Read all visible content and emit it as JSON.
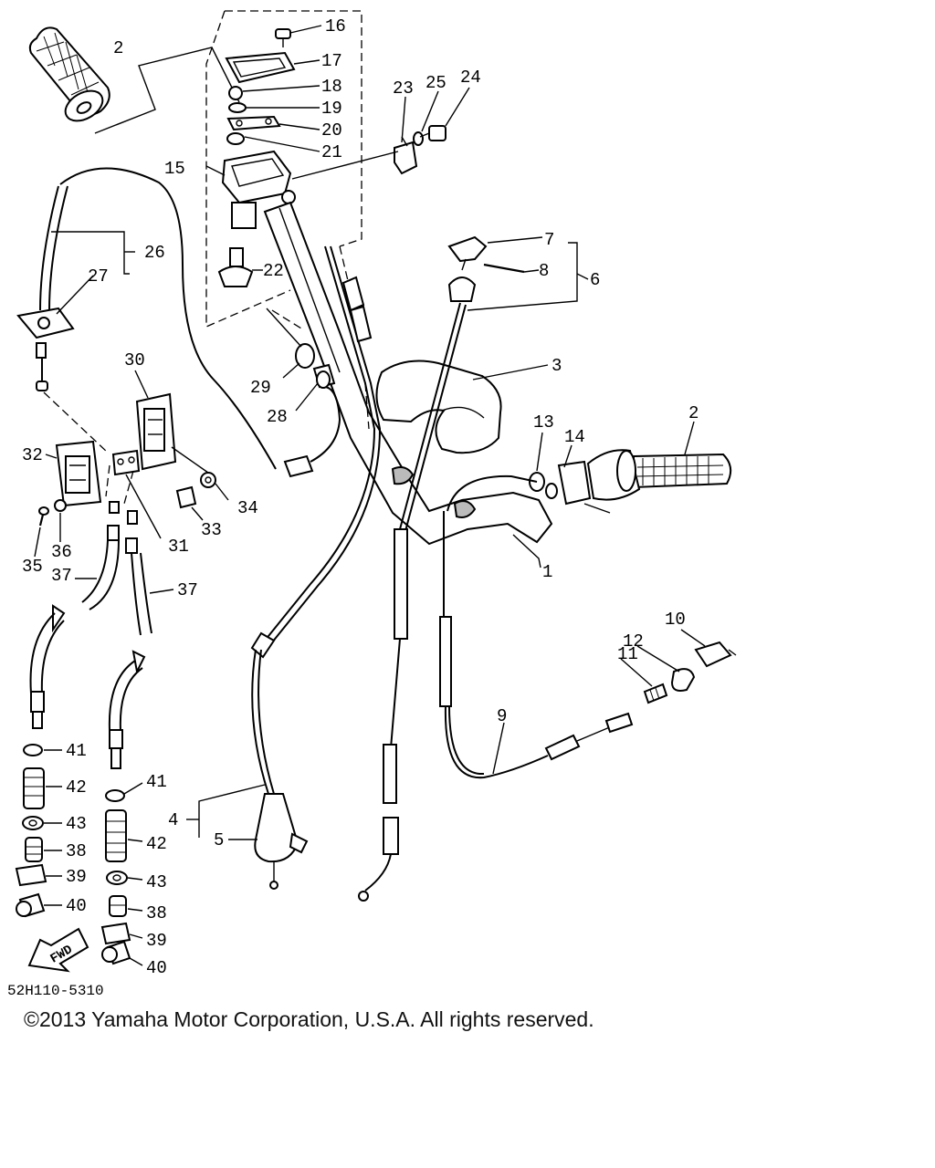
{
  "diagram_code": "52H110-5310",
  "copyright": "©2013 Yamaha Motor Corporation, U.S.A. All rights reserved.",
  "direction_marker": "FWD",
  "callouts": [
    {
      "id": "c2a",
      "label": "2"
    },
    {
      "id": "c16",
      "label": "16"
    },
    {
      "id": "c17",
      "label": "17"
    },
    {
      "id": "c18",
      "label": "18"
    },
    {
      "id": "c19",
      "label": "19"
    },
    {
      "id": "c20",
      "label": "20"
    },
    {
      "id": "c21",
      "label": "21"
    },
    {
      "id": "c15",
      "label": "15"
    },
    {
      "id": "c23",
      "label": "23"
    },
    {
      "id": "c25",
      "label": "25"
    },
    {
      "id": "c24",
      "label": "24"
    },
    {
      "id": "c26",
      "label": "26"
    },
    {
      "id": "c27",
      "label": "27"
    },
    {
      "id": "c22",
      "label": "22"
    },
    {
      "id": "c7",
      "label": "7"
    },
    {
      "id": "c8",
      "label": "8"
    },
    {
      "id": "c6",
      "label": "6"
    },
    {
      "id": "c30",
      "label": "30"
    },
    {
      "id": "c3",
      "label": "3"
    },
    {
      "id": "c29",
      "label": "29"
    },
    {
      "id": "c28",
      "label": "28"
    },
    {
      "id": "c32",
      "label": "32"
    },
    {
      "id": "c13",
      "label": "13"
    },
    {
      "id": "c14",
      "label": "14"
    },
    {
      "id": "c2b",
      "label": "2"
    },
    {
      "id": "c34",
      "label": "34"
    },
    {
      "id": "c33",
      "label": "33"
    },
    {
      "id": "c31",
      "label": "31"
    },
    {
      "id": "c35",
      "label": "35"
    },
    {
      "id": "c36",
      "label": "36"
    },
    {
      "id": "c37a",
      "label": "37"
    },
    {
      "id": "c37b",
      "label": "37"
    },
    {
      "id": "c1",
      "label": "1"
    },
    {
      "id": "c10",
      "label": "10"
    },
    {
      "id": "c12",
      "label": "12"
    },
    {
      "id": "c11",
      "label": "11"
    },
    {
      "id": "c9",
      "label": "9"
    },
    {
      "id": "c41a",
      "label": "41"
    },
    {
      "id": "c42a",
      "label": "42"
    },
    {
      "id": "c41b",
      "label": "41"
    },
    {
      "id": "c4",
      "label": "4"
    },
    {
      "id": "c5",
      "label": "5"
    },
    {
      "id": "c43a",
      "label": "43"
    },
    {
      "id": "c42b",
      "label": "42"
    },
    {
      "id": "c38a",
      "label": "38"
    },
    {
      "id": "c39a",
      "label": "39"
    },
    {
      "id": "c43b",
      "label": "43"
    },
    {
      "id": "c40a",
      "label": "40"
    },
    {
      "id": "c38b",
      "label": "38"
    },
    {
      "id": "c39b",
      "label": "39"
    },
    {
      "id": "c40b",
      "label": "40"
    }
  ]
}
